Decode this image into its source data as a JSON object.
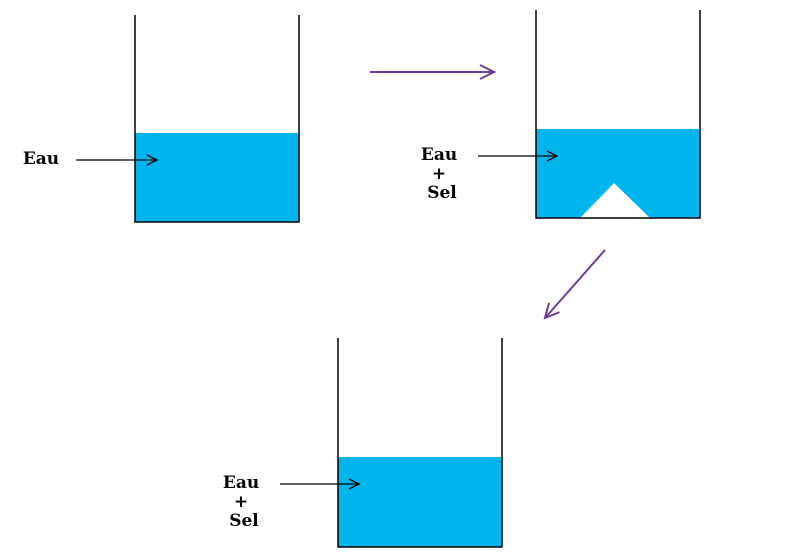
{
  "colors": {
    "water": "#00b4ee",
    "outline": "#000000",
    "process_arrow": "#6a3d9a",
    "salt": "#ffffff",
    "background": "#ffffff"
  },
  "beakers": [
    {
      "id": "beaker-1",
      "contents": "water",
      "label": {
        "lines": [
          "Eau"
        ]
      }
    },
    {
      "id": "beaker-2",
      "contents": "water-with-salt-pile",
      "label": {
        "lines": [
          "Eau",
          "+",
          "Sel"
        ]
      }
    },
    {
      "id": "beaker-3",
      "contents": "salt-water",
      "label": {
        "lines": [
          "Eau",
          "+",
          "Sel"
        ]
      }
    }
  ],
  "process_arrows": [
    {
      "from": "beaker-1",
      "to": "beaker-2"
    },
    {
      "from": "beaker-2",
      "to": "beaker-3"
    }
  ]
}
